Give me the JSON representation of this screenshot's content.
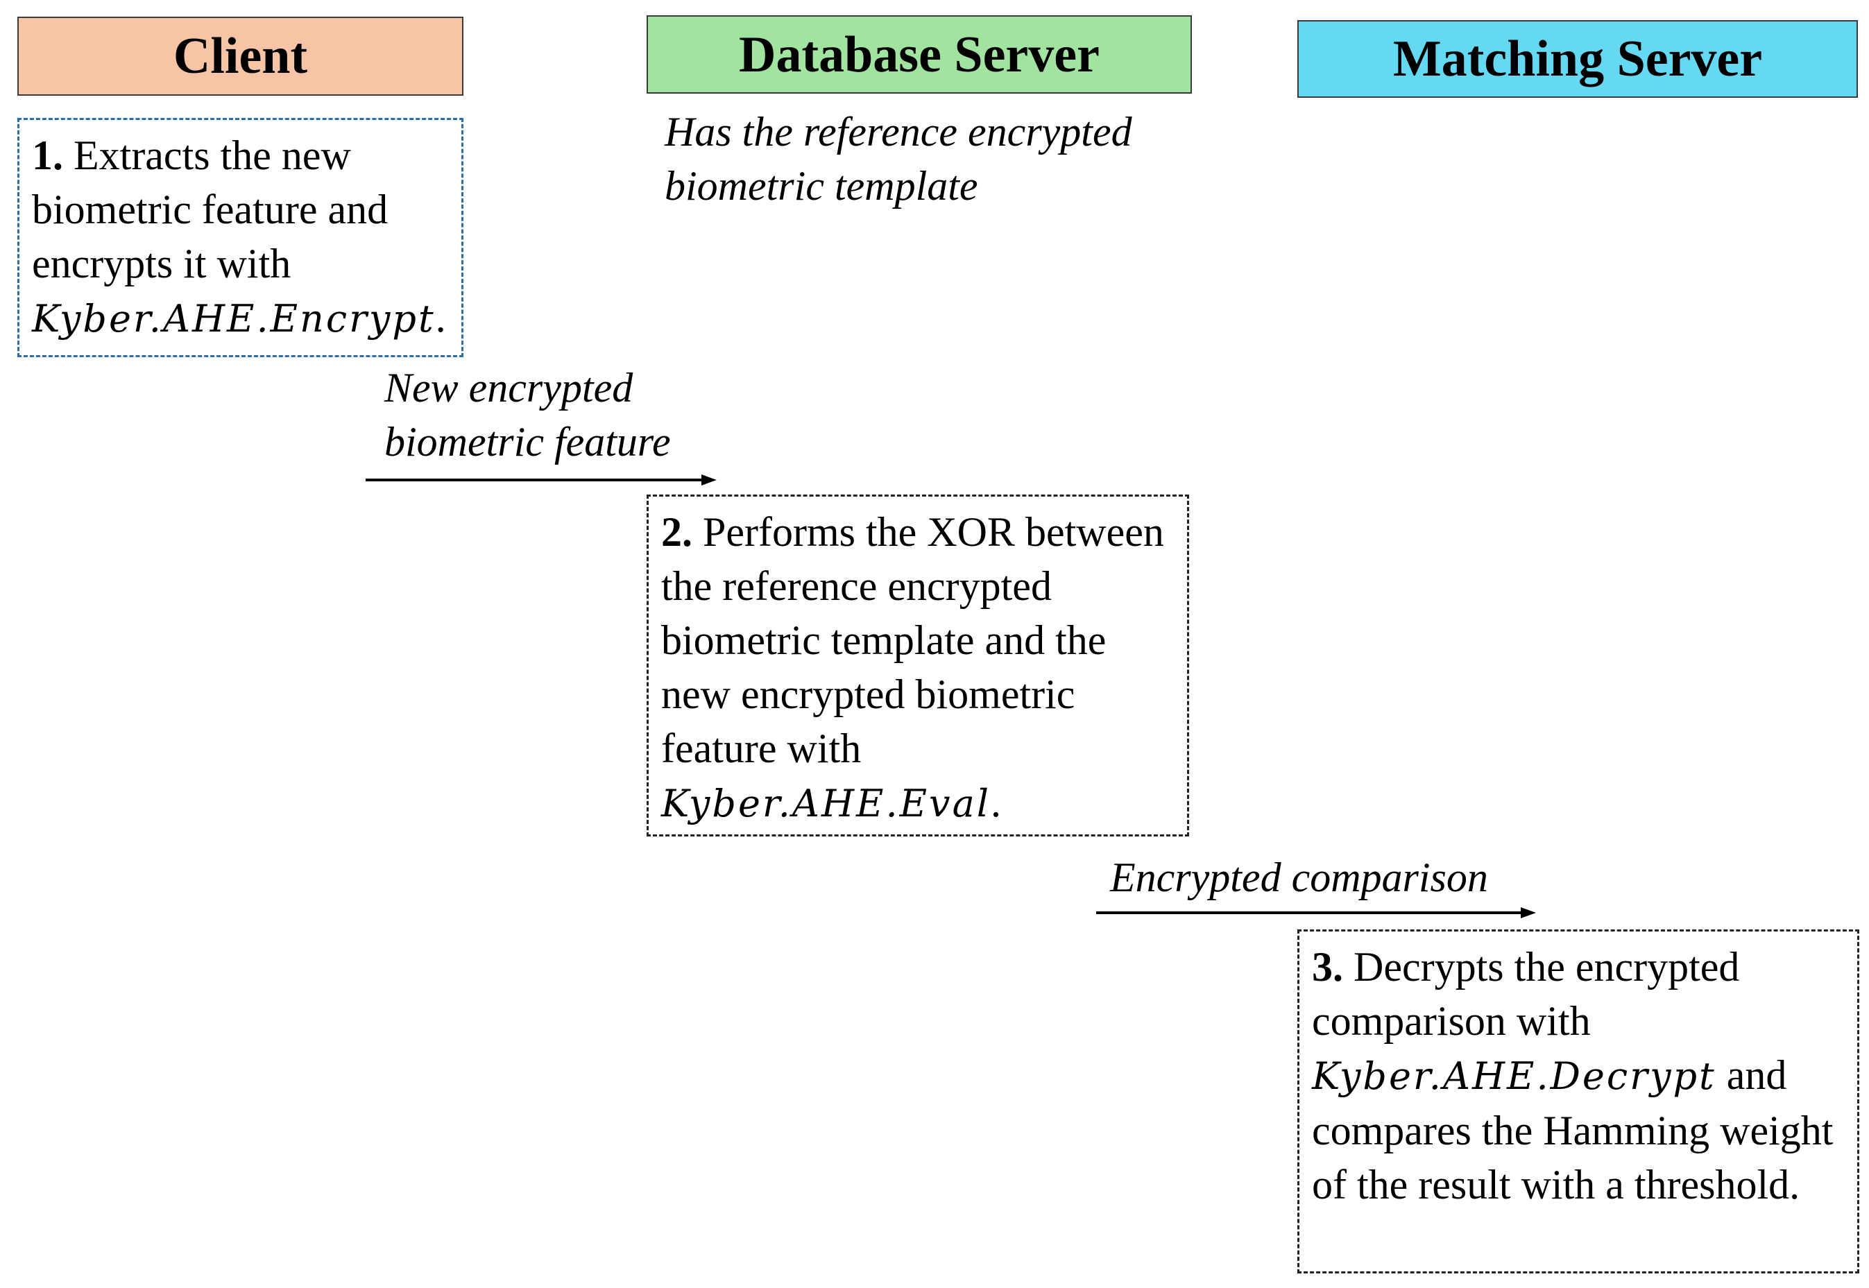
{
  "headers": {
    "client": {
      "label": "Client",
      "color": "#F8C4A6"
    },
    "database_server": {
      "label": "Database Server",
      "color": "#A0E4A0"
    },
    "matching_server": {
      "label": "Matching Server",
      "color": "#66D9F2"
    }
  },
  "database_server_note": {
    "line1": "Has the reference encrypted",
    "line2": "biometric template"
  },
  "steps": [
    {
      "number": "1.",
      "text_before": "Extracts the new biometric feature and encrypts it with",
      "math": "Kyber.AHE.Encrypt",
      "text_after": "."
    },
    {
      "number": "2.",
      "text_before": "Performs the XOR between the reference encrypted biometric template and the new encrypted biometric feature with",
      "math": "Kyber.AHE.Eval",
      "text_after": "."
    },
    {
      "number": "3.",
      "text_before": "Decrypts the encrypted comparison with",
      "math": "Kyber.AHE.Decrypt",
      "text_after": "and compares the Hamming weight of the result with a threshold."
    }
  ],
  "messages": {
    "client_to_database": {
      "line1": "New encrypted",
      "line2": "biometric feature"
    },
    "database_to_matching": {
      "line1": "Encrypted comparison"
    }
  }
}
